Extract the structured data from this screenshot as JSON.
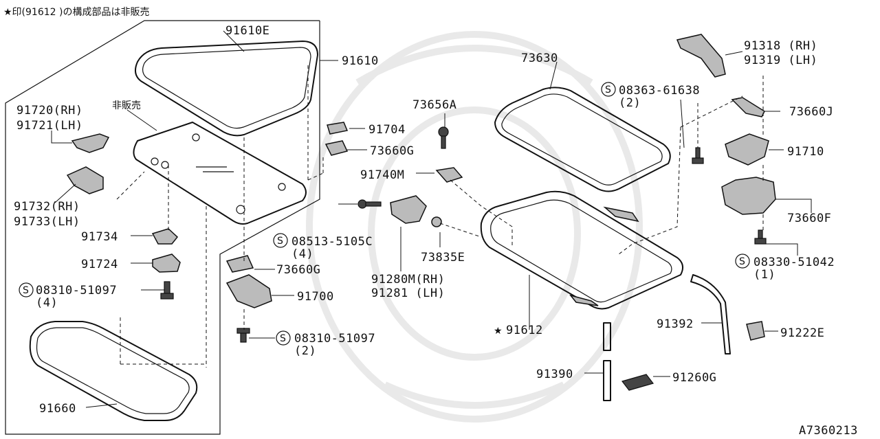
{
  "header_note": "★印(91612 )の構成部品は非販売",
  "not_sold_label": "非販売",
  "diagram_code": "A7360213",
  "parts": {
    "p91610E": "91610E",
    "p91610": "91610",
    "p91720_91721": [
      "91720(RH)",
      "91721(LH)"
    ],
    "p91732_91733": [
      "91732(RH)",
      "91733(LH)"
    ],
    "p91734": "91734",
    "p91724": "91724",
    "p08310_51097_a": [
      "08310-51097",
      "(4)"
    ],
    "p91660": "91660",
    "p91704": "91704",
    "p73660G_a": "73660G",
    "p73656A": "73656A",
    "p91740M": "91740M",
    "p08513_5105C": [
      "08513-5105C",
      "(4)"
    ],
    "p73835E": "73835E",
    "p91280M_91281": [
      "91280M(RH)",
      "91281 (LH)"
    ],
    "p73660G_b": "73660G",
    "p91700": "91700",
    "p08310_51097_b": [
      "08310-51097",
      "(2)"
    ],
    "p73630": "73630",
    "p91612": "91612",
    "p91390": "91390",
    "p91260G": "91260G",
    "p91392": "91392",
    "p91222E": "91222E",
    "p91318_91319": [
      "91318 (RH)",
      "91319 (LH)"
    ],
    "p08363_61638": [
      "08363-61638",
      "(2)"
    ],
    "p73660J": "73660J",
    "p91710": "91710",
    "p73660F": "73660F",
    "p08330_51042": [
      "08330-51042",
      "(1)"
    ]
  },
  "screw_symbol": "S",
  "star_symbol": "★"
}
